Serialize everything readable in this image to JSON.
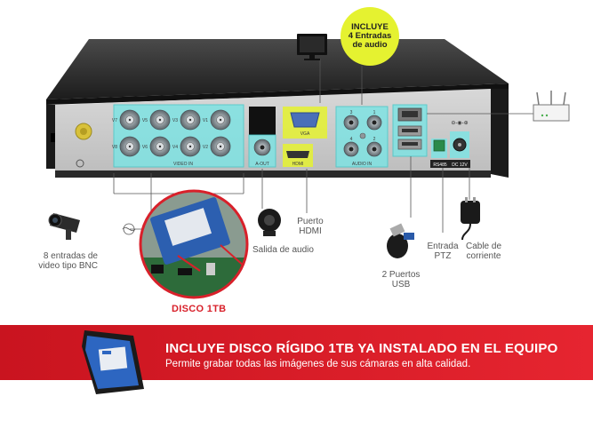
{
  "badge": {
    "line1": "INCLUYE",
    "line2": "4 Entradas",
    "line3": "de audio"
  },
  "panel": {
    "video_in": "VIDEO IN",
    "a_out": "A-OUT",
    "vga": "VGA",
    "hdmi": "HDMI",
    "audio_in": "AUDIO IN",
    "rs485": "RS485",
    "dc12v": "DC 12V",
    "video_channels": [
      "V7",
      "V5",
      "V3",
      "V1",
      "V8",
      "V6",
      "V4",
      "V2"
    ],
    "audio_channels": [
      "3",
      "1",
      "4",
      "2"
    ]
  },
  "callouts": {
    "bnc": "8 entradas de video tipo BNC",
    "audio_out": "Salida de audio",
    "hdmi_port": "Puerto HDMI",
    "usb": "2 Puertos USB",
    "ptz": "Entrada PTZ",
    "power": "Cable de corriente"
  },
  "disk_label": "DISCO 1TB",
  "banner": {
    "title": "INCLUYE DISCO RÍGIDO 1TB YA INSTALADO EN EL EQUIPO",
    "subtitle": "Permite grabar todas las imágenes de sus cámaras en alta calidad."
  },
  "colors": {
    "accent_red": "#e21d2a",
    "badge_yellow": "#e5f230",
    "highlight_cyan": "#7fe3e3"
  }
}
